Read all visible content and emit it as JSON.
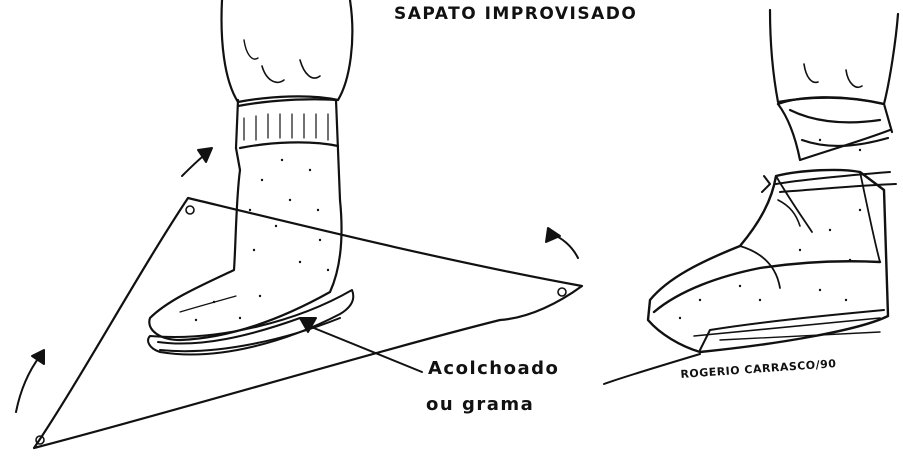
{
  "title": "SAPATO IMPROVISADO",
  "label_line1": "Acolchoado",
  "label_line2": "ou grama",
  "signature": "ROGERIO CARRASCO/90",
  "illustrations": [
    {
      "name": "foot-on-triangular-cloth",
      "caption": ""
    },
    {
      "name": "finished-wrapped-shoe",
      "caption": ""
    }
  ]
}
